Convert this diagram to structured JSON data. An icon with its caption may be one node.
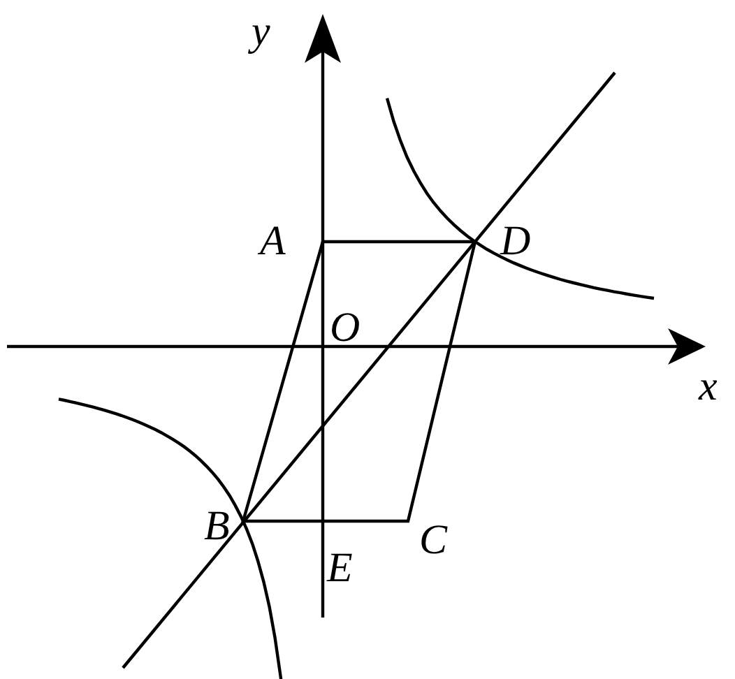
{
  "diagram": {
    "labels": [
      "y",
      "A",
      "D",
      "O",
      "x",
      "B",
      "E",
      "C"
    ]
  }
}
